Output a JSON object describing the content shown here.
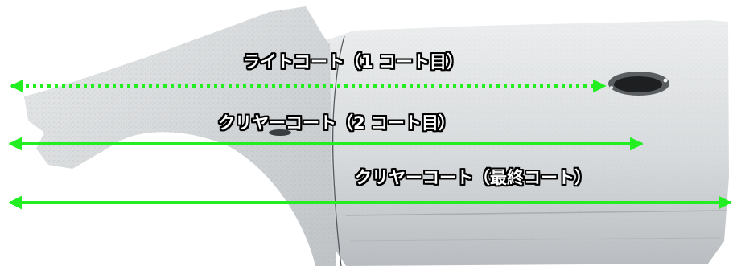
{
  "annotations": {
    "arrow_color": "#22ee22",
    "coat_1": {
      "label": "ライトコート（1 コート目）",
      "line_style": "dotted"
    },
    "coat_2": {
      "label": "クリヤーコート（2 コート目）",
      "line_style": "solid"
    },
    "coat_3": {
      "label": "クリヤーコート（最終コート）",
      "line_style": "solid"
    }
  },
  "illustration": {
    "subject": "car-fender-and-door-panel"
  }
}
